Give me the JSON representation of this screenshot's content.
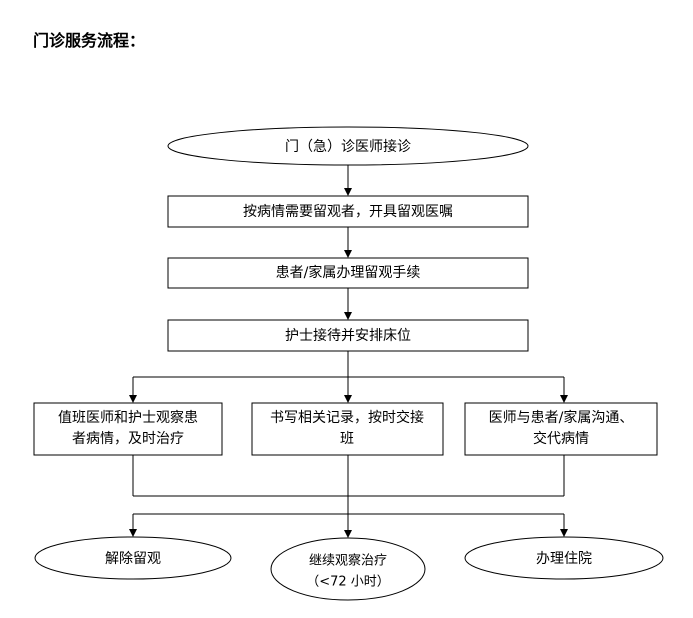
{
  "title": "门诊服务流程：",
  "nodes": {
    "start": "门（急）诊医师接诊",
    "step1": "按病情需要留观者，开具留观医嘱",
    "step2": "患者/家属办理留观手续",
    "step3": "护士接待并安排床位",
    "branch_left_line1": "值班医师和护士观察患",
    "branch_left_line2": "者病情，及时治疗",
    "branch_mid_line1": "书写相关记录，按时交接",
    "branch_mid_line2": "班",
    "branch_right_line1": "医师与患者/家属沟通、",
    "branch_right_line2": "交代病情",
    "end_left": "解除留观",
    "end_mid_line1": "继续观察治疗",
    "end_mid_line2": "（<72 小时）",
    "end_right": "办理住院"
  }
}
